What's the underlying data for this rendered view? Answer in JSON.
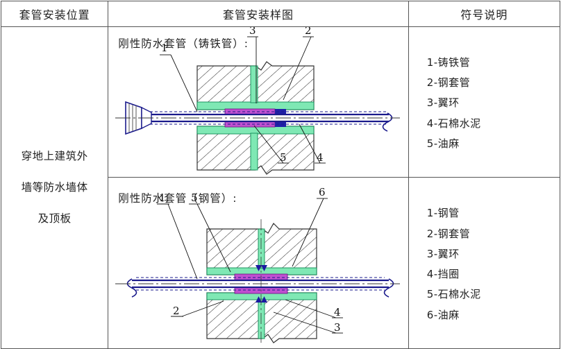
{
  "table": {
    "headers": [
      "套管安装位置",
      "套管安装样图",
      "符号说明"
    ],
    "position_lines": [
      "穿地上建筑外",
      "墙等防水墙体",
      "及顶板"
    ],
    "rows": [
      {
        "diagram_title": "刚性防水套管（铸铁管）:",
        "diagram_type": "rigid-waterproof-sleeve-cast-iron-pipe",
        "callouts": [
          "1",
          "2",
          "3",
          "4",
          "5"
        ],
        "legend": [
          "1-铸铁管",
          "2-钢套管",
          "3-翼环",
          "4-石棉水泥",
          "5-油麻"
        ]
      },
      {
        "diagram_title": "刚性防水套管（钢管）:",
        "diagram_type": "rigid-waterproof-sleeve-steel-pipe",
        "callouts": [
          "1",
          "2",
          "3",
          "4",
          "5",
          "6"
        ],
        "legend": [
          "1-钢管",
          "2-钢套管",
          "3-翼环",
          "4-挡圈",
          "5-石棉水泥",
          "6-油麻"
        ]
      }
    ]
  },
  "colors": {
    "border": "#555555",
    "pipe_outline": "#1a1a8c",
    "sleeve_green": "#66e0a8",
    "seal_purple": "#b040c0",
    "weld_blue": "#1a1aa0",
    "hatch": "#333333",
    "centerline": "#333333",
    "text": "#222222"
  }
}
